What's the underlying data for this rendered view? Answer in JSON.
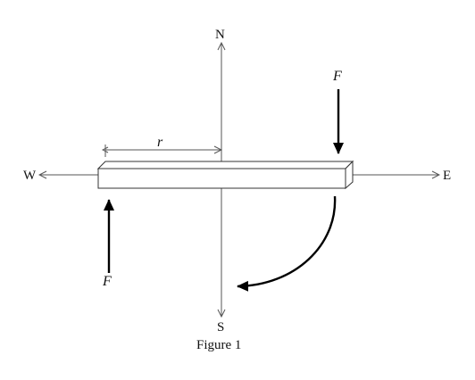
{
  "directions": {
    "north": "N",
    "south": "S",
    "east": "E",
    "west": "W"
  },
  "force_label": "F",
  "radius_label": "r",
  "caption": "Figure 1",
  "colors": {
    "lines": "#555555",
    "arrows": "#000000",
    "rod_fill": "#ffffff",
    "rod_edge": "#333333"
  }
}
